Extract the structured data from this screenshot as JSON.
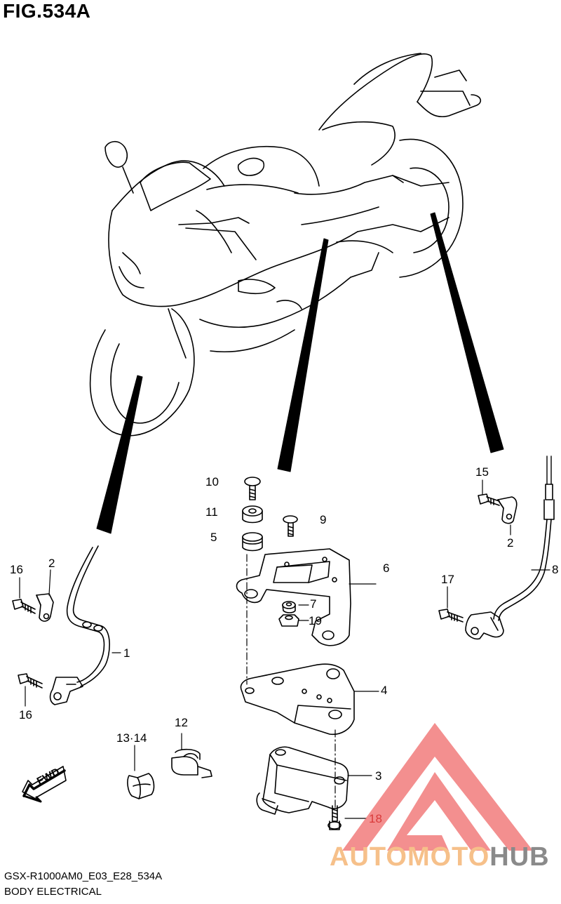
{
  "figure": {
    "title": "FIG.534A"
  },
  "footer": {
    "code": "GSX-R1000AM0_E03_E28_534A",
    "section": "BODY ELECTRICAL"
  },
  "fwd_label": "FWD",
  "watermark": {
    "part1": "AUTOMOTO",
    "part2": "HUB"
  },
  "callouts": {
    "c10": "10",
    "c11": "11",
    "c5": "5",
    "c9": "9",
    "c6": "6",
    "c7": "7",
    "c19": "19",
    "c4": "4",
    "c3": "3",
    "c18": "18",
    "c12": "12",
    "c1314": "13·14",
    "c1": "1",
    "c2_left": "2",
    "c16_top": "16",
    "c16_bottom": "16",
    "c15": "15",
    "c2_right": "2",
    "c17": "17",
    "c8": "8"
  },
  "colors": {
    "line": "#000000",
    "watermark_red": "#ef6a6a",
    "callout_red": "#d93a3a"
  }
}
